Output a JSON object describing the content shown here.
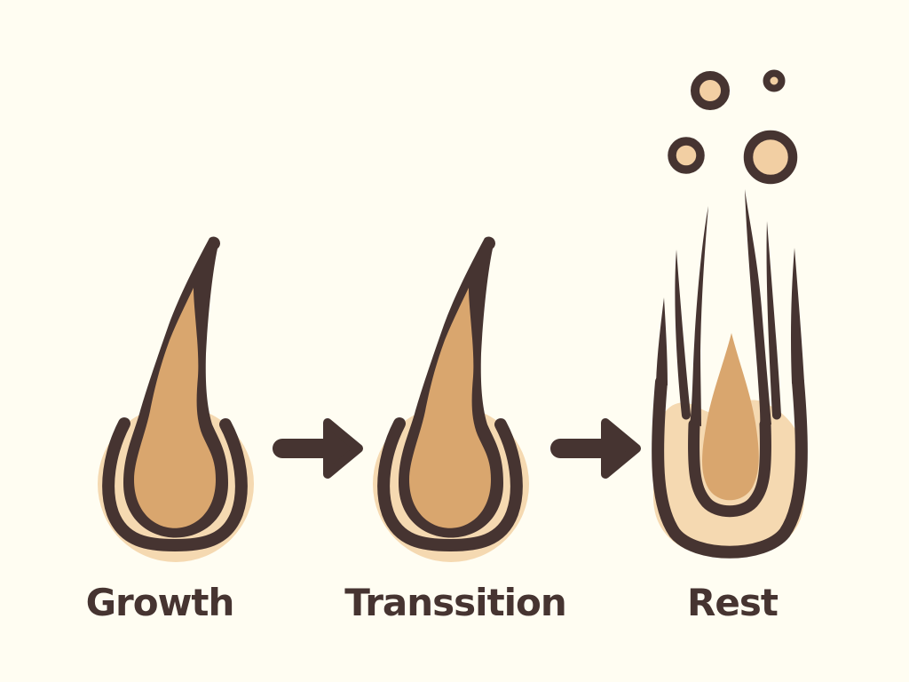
{
  "stages": [
    {
      "label": "Growth",
      "icon": "hair-follicle-growth-icon"
    },
    {
      "label": "Transsition",
      "icon": "hair-follicle-transition-icon"
    },
    {
      "label": "Rest",
      "icon": "hair-follicle-rest-icon"
    }
  ],
  "arrows": [
    {
      "icon": "right-arrow-icon"
    },
    {
      "icon": "right-arrow-icon"
    }
  ],
  "colors": {
    "background": "#FFFDF2",
    "outline": "#463431",
    "hair": "#D9A66E",
    "skin": "#F5D9B1",
    "bubble": "#F2CFA3"
  }
}
